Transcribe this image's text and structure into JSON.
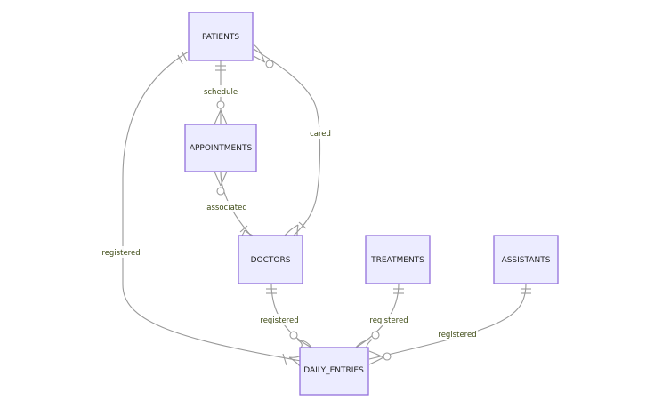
{
  "entities": {
    "patients": "PATIENTS",
    "appointments": "APPOINTMENTS",
    "doctors": "DOCTORS",
    "treatments": "TREATMENTS",
    "assistants": "ASSISTANTS",
    "daily_entries": "DAILY_ENTRIES"
  },
  "relationships": [
    {
      "from": "PATIENTS",
      "to": "APPOINTMENTS",
      "label": "schedule",
      "from_card": "exactly-one",
      "to_card": "zero-or-more"
    },
    {
      "from": "PATIENTS",
      "to": "DOCTORS",
      "label": "cared",
      "from_card": "zero-or-more",
      "to_card": "one-or-more"
    },
    {
      "from": "APPOINTMENTS",
      "to": "DOCTORS",
      "label": "associated",
      "from_card": "zero-or-more",
      "to_card": "one-or-more"
    },
    {
      "from": "PATIENTS",
      "to": "DAILY_ENTRIES",
      "label": "registered",
      "from_card": "exactly-one",
      "to_card": "one-or-more"
    },
    {
      "from": "DOCTORS",
      "to": "DAILY_ENTRIES",
      "label": "registered",
      "from_card": "exactly-one",
      "to_card": "zero-or-more"
    },
    {
      "from": "TREATMENTS",
      "to": "DAILY_ENTRIES",
      "label": "registered",
      "from_card": "exactly-one",
      "to_card": "zero-or-more"
    },
    {
      "from": "ASSISTANTS",
      "to": "DAILY_ENTRIES",
      "label": "registered",
      "from_card": "exactly-one",
      "to_card": "zero-or-more"
    }
  ],
  "colors": {
    "entity_fill": "#ececff",
    "entity_stroke": "#9370db",
    "edge": "#999999",
    "label_text": "#3d4a14"
  }
}
